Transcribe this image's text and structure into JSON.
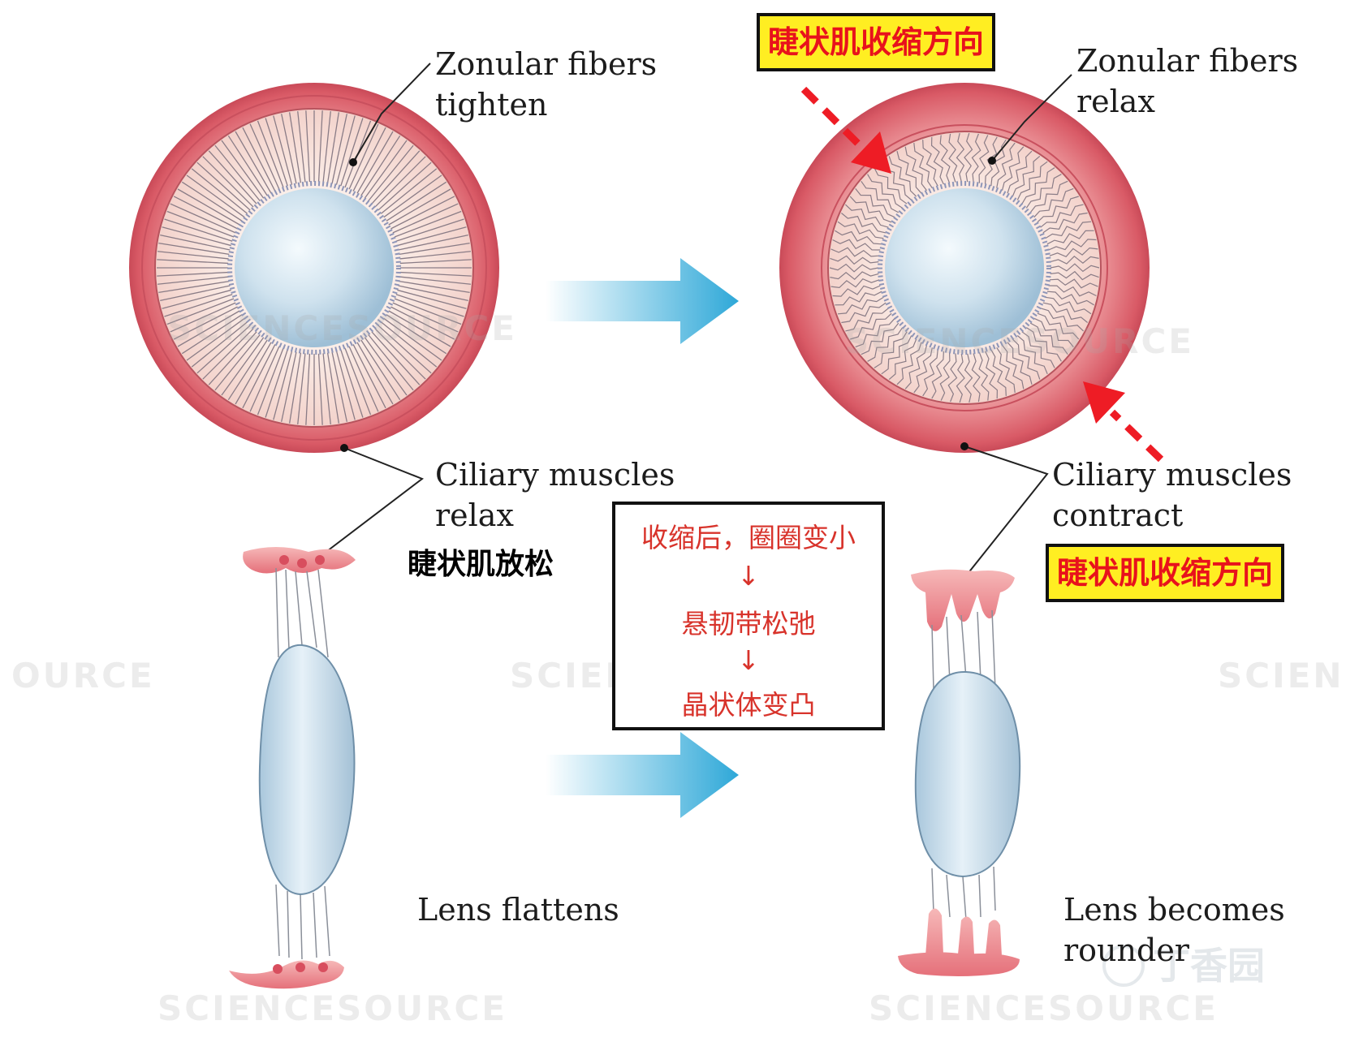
{
  "labels": {
    "zonular_tighten_1": "Zonular fibers",
    "zonular_tighten_2": "tighten",
    "zonular_relax_1": "Zonular fibers",
    "zonular_relax_2": "relax",
    "ciliary_relax_1": "Ciliary muscles",
    "ciliary_relax_2": "relax",
    "ciliary_contract_1": "Ciliary muscles",
    "ciliary_contract_2": "contract",
    "lens_flattens": "Lens flattens",
    "lens_rounder_1": "Lens becomes",
    "lens_rounder_2": "rounder"
  },
  "annotations": {
    "ciliary_relax_zh": "睫状肌放松",
    "contract_direction_top": "睫状肌收缩方向",
    "contract_direction_right": "睫状肌收缩方向",
    "flow": {
      "line1": "收缩后，圈圈变小",
      "arrow1": "↓",
      "line2": "悬韧带松弛",
      "arrow2": "↓",
      "line3": "晶状体变凸"
    }
  },
  "watermarks": {
    "main": "SCIENCESOURCE",
    "partial_left": "OURCE",
    "partial_right": "SCIEN",
    "brand": "丁香园"
  },
  "colors": {
    "muscle": "#e06a74",
    "muscle_light": "#f3c2c0",
    "fiber_zone": "#f7e0da",
    "lens": "#c5dbe9",
    "flow_arrow": "#2ea8d8",
    "red_arrow": "#ee1c25",
    "highlight": "#ffee22"
  }
}
